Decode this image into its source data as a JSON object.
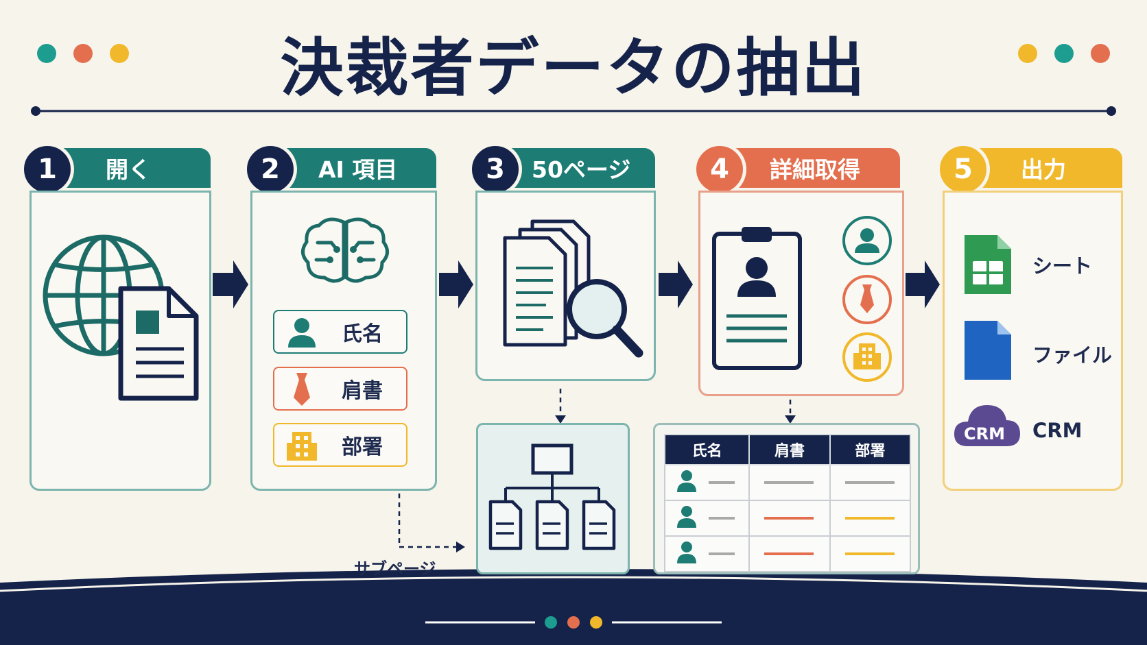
{
  "title": "決裁者データの抽出",
  "colors": {
    "navy": "#15234a",
    "teal": "#1d7c74",
    "orange": "#e46f4e",
    "yellow": "#f0b82a",
    "green": "#2f9a52",
    "blue": "#1f64c0",
    "purple": "#5b4a92"
  },
  "steps": [
    {
      "number": "1",
      "label": "開く",
      "icon": "globe-document-icon"
    },
    {
      "number": "2",
      "label": "AI 項目",
      "icon": "ai-brain-icon"
    },
    {
      "number": "3",
      "label": "50ページ",
      "icon": "documents-magnifier-icon"
    },
    {
      "number": "4",
      "label": "詳細取得",
      "icon": "id-card-icon"
    },
    {
      "number": "5",
      "label": "出力",
      "icon": "export-icon"
    }
  ],
  "ai_fields": [
    {
      "label": "氏名",
      "icon": "person-icon"
    },
    {
      "label": "肩書",
      "icon": "necktie-icon"
    },
    {
      "label": "部署",
      "icon": "building-icon"
    }
  ],
  "subpage_label": "サブページ",
  "table": {
    "headers": [
      "氏名",
      "肩書",
      "部署"
    ]
  },
  "outputs": [
    {
      "label": "シート",
      "icon": "spreadsheet-icon"
    },
    {
      "label": "ファイル",
      "icon": "file-icon"
    },
    {
      "label": "CRM",
      "icon": "crm-cloud-icon",
      "badge": "CRM"
    }
  ]
}
